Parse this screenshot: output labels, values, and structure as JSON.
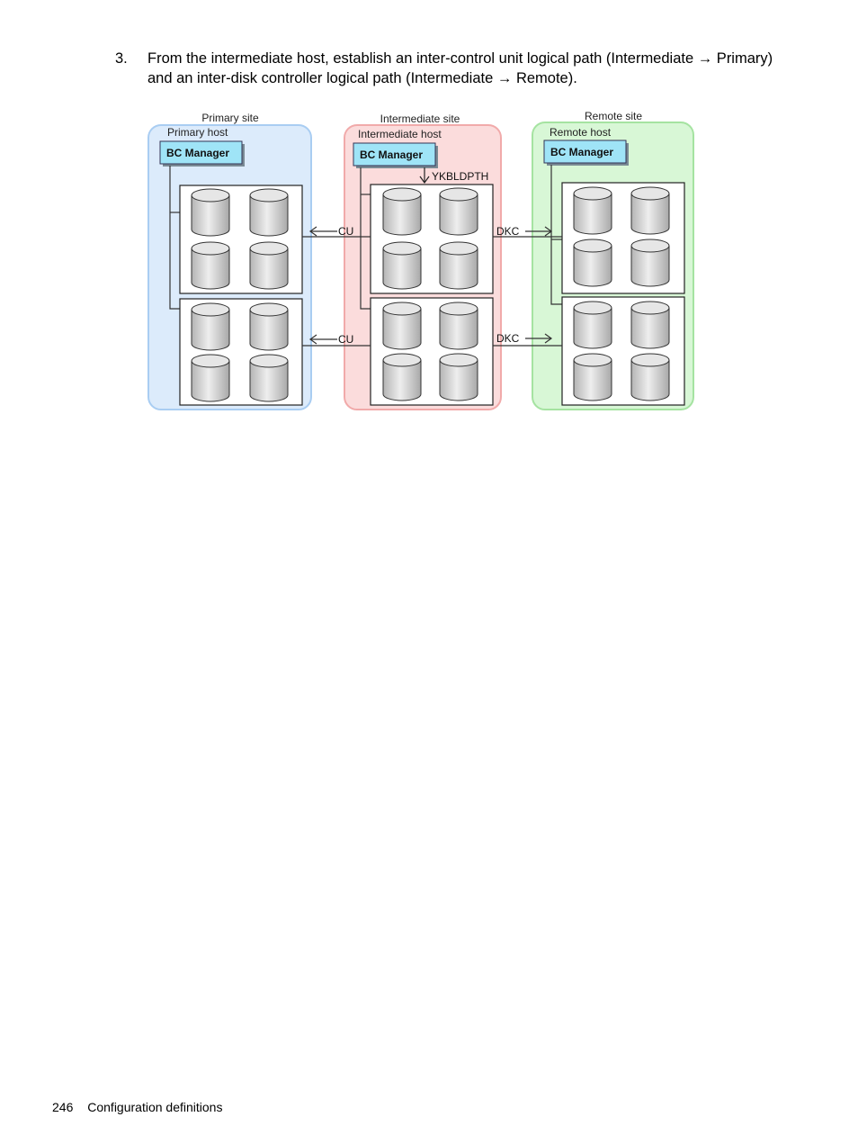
{
  "step": {
    "number": "3.",
    "text": "From the intermediate host, establish an inter-control unit logical path (Intermediate → Primary) and an inter-disk controller logical path (Intermediate → Remote)."
  },
  "diagram": {
    "primary": {
      "site_label": "Primary site",
      "host_label": "Primary host",
      "manager_label": "BC Manager"
    },
    "intermediate": {
      "site_label": "Intermediate site",
      "host_label": "Intermediate host",
      "manager_label": "BC Manager",
      "command_label": "YKBLDPTH"
    },
    "remote": {
      "site_label": "Remote site",
      "host_label": "Remote host",
      "manager_label": "BC Manager"
    },
    "path_labels": {
      "cu_top": "CU",
      "cu_bottom": "CU",
      "dkc_top": "DKC",
      "dkc_bottom": "DKC"
    },
    "colors": {
      "primary_fill": "#dcebfb",
      "primary_stroke": "#a9cdf2",
      "intermediate_fill": "#fbdcdc",
      "intermediate_stroke": "#f1aaaa",
      "remote_fill": "#d8f7d6",
      "remote_stroke": "#a5e3a1",
      "manager_fill": "#9fe4f7"
    }
  },
  "footer": {
    "page_number": "246",
    "section_title": "Configuration definitions"
  }
}
